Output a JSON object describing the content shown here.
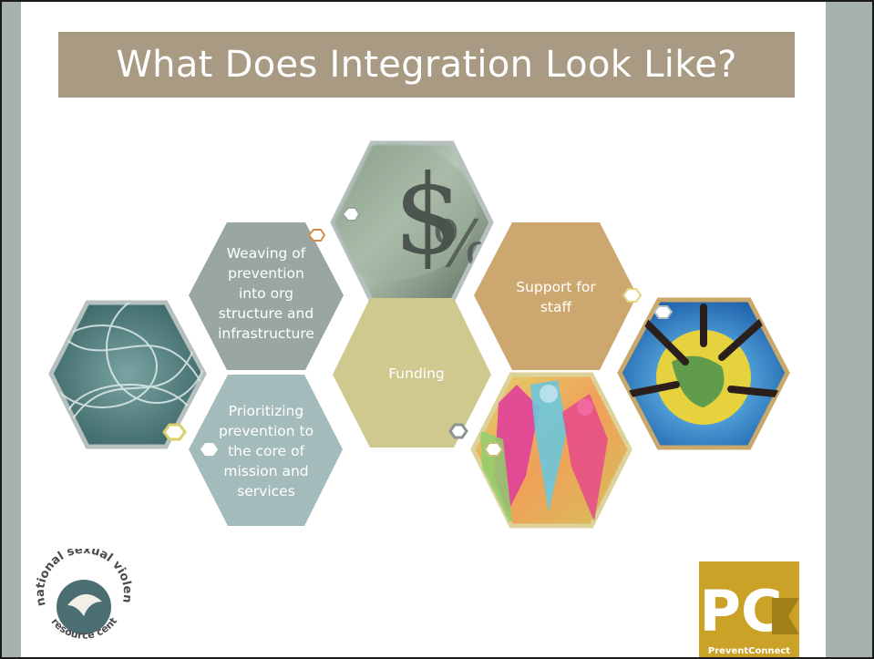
{
  "slide": {
    "title": "What Does Integration Look Like?"
  },
  "hexagons": {
    "weaving": [
      "Weaving of",
      "prevention",
      "into org",
      "structure and",
      "infrastructure"
    ],
    "prioritizing": [
      "Prioritizing",
      "prevention to",
      "the core of",
      "mission and",
      "services"
    ],
    "funding": [
      "Funding"
    ],
    "support": [
      "Support for",
      "staff"
    ]
  },
  "images": {
    "top": "money-symbols-photo",
    "left": "abstract-light-curves-photo",
    "bottom": "paper-people-cutouts-photo",
    "right": "hands-on-globe-photo"
  },
  "logos": {
    "left_text": "national sexual violence resource center",
    "right_text": "PreventConnect",
    "right_mark": "PC"
  },
  "colors": {
    "title_bar": "#a89a83",
    "side_strips": "#a8b2ac",
    "weaving_hex": "#9aa6a1",
    "prioritizing_hex": "#a4bbbb",
    "funding_hex": "#cfc990",
    "support_hex": "#cda770",
    "pc_gold": "#c9a227"
  }
}
